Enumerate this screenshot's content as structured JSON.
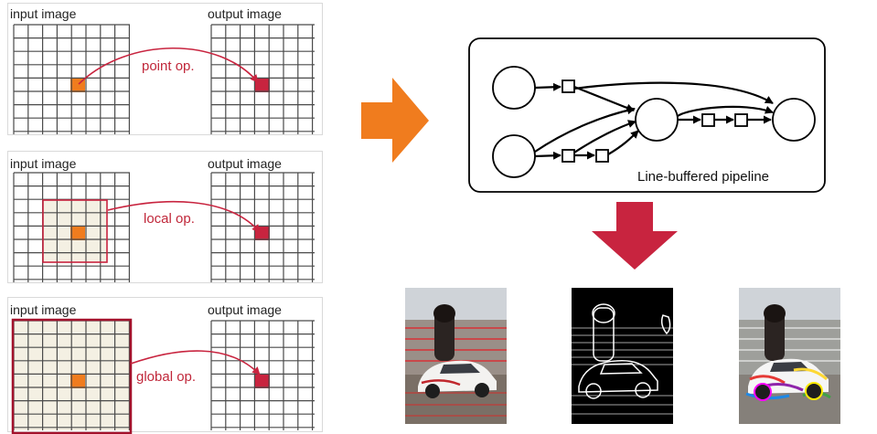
{
  "panels": [
    {
      "input_label": "input image",
      "output_label": "output image",
      "op_label": "point op."
    },
    {
      "input_label": "input image",
      "output_label": "output image",
      "op_label": "local op."
    },
    {
      "input_label": "input image",
      "output_label": "output image",
      "op_label": "global op."
    }
  ],
  "pipeline": {
    "caption": "Line-buffered pipeline"
  },
  "colors": {
    "orange": "#f07c1e",
    "crimson": "#c8243f",
    "beige": "#f4f0e3",
    "grid": "#4a4a4a"
  }
}
